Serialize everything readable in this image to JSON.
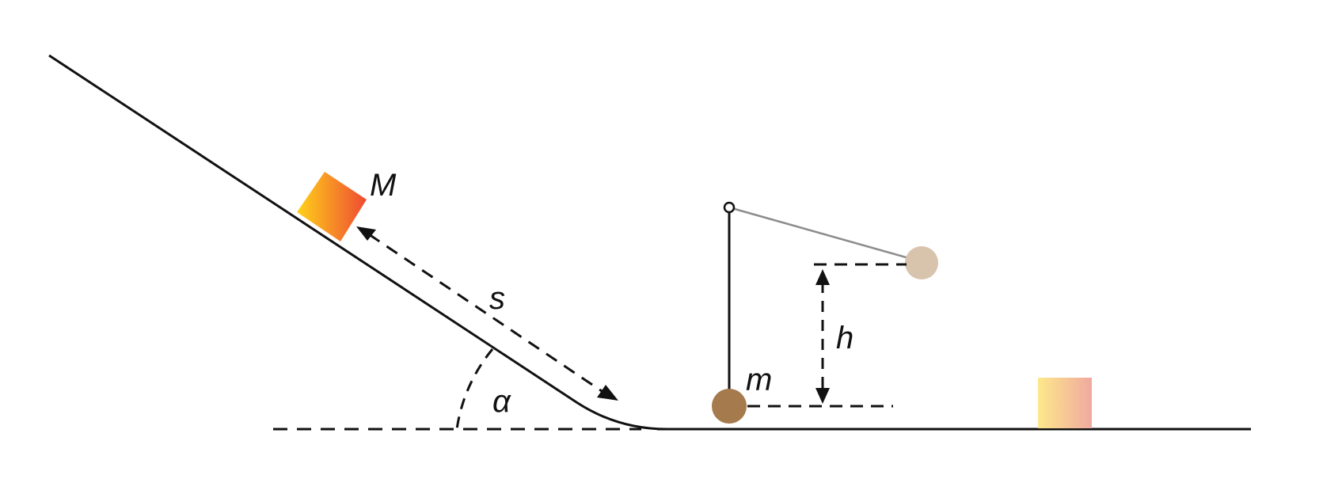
{
  "labels": {
    "block_large": "M",
    "distance": "s",
    "angle": "α",
    "pendulum_mass": "m",
    "height": "h"
  },
  "colors": {
    "line": "#111111",
    "pendulum_string": "#8c8c8c",
    "ball_rest": "#a57a4d",
    "ball_raised": "#d8c3ad",
    "block_gradient_start": "#ffd21a",
    "block_gradient_end": "#ee4a32",
    "faded_block_gradient_start": "#fde88a",
    "faded_block_gradient_end": "#f0a9a0"
  }
}
